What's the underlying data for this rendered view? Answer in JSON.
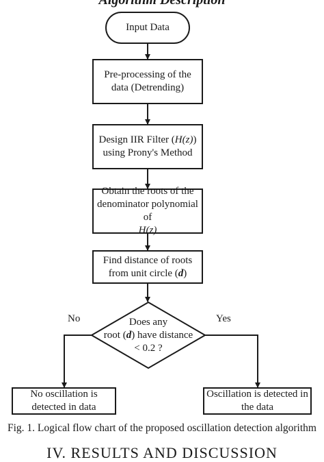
{
  "page": {
    "cut_heading": "Algorithm Description",
    "section_heading": "IV. RESULTS AND DISCUSSION"
  },
  "flowchart": {
    "start": "Input Data",
    "preprocess": {
      "line1": "Pre-processing of the",
      "line2": "data (Detrending)"
    },
    "design": {
      "line1_prefix": "Design IIR Filter (",
      "hz": "H(z)",
      "line1_suffix": ")",
      "line2": "using Prony's Method"
    },
    "roots": {
      "line1": "Obtain the roots of the",
      "line2": "denominator polynomial of",
      "hz": "H(z)"
    },
    "distance": {
      "line1": "Find distance of roots",
      "line2_prefix": "from unit circle (",
      "d": "d",
      "line2_suffix": ")"
    },
    "decision": {
      "line1": "Does any",
      "line2_prefix": "root (",
      "d": "d",
      "line2_suffix": ") have distance",
      "line3": "< 0.2 ?"
    },
    "branch_no": "No",
    "branch_yes": "Yes",
    "no_outcome": {
      "line1": "No oscillation is",
      "line2": "detected in data"
    },
    "yes_outcome": {
      "line1": "Oscillation is detected in",
      "line2": "the data"
    }
  },
  "caption": "Fig. 1. Logical flow chart of the proposed oscillation detection algorithm"
}
